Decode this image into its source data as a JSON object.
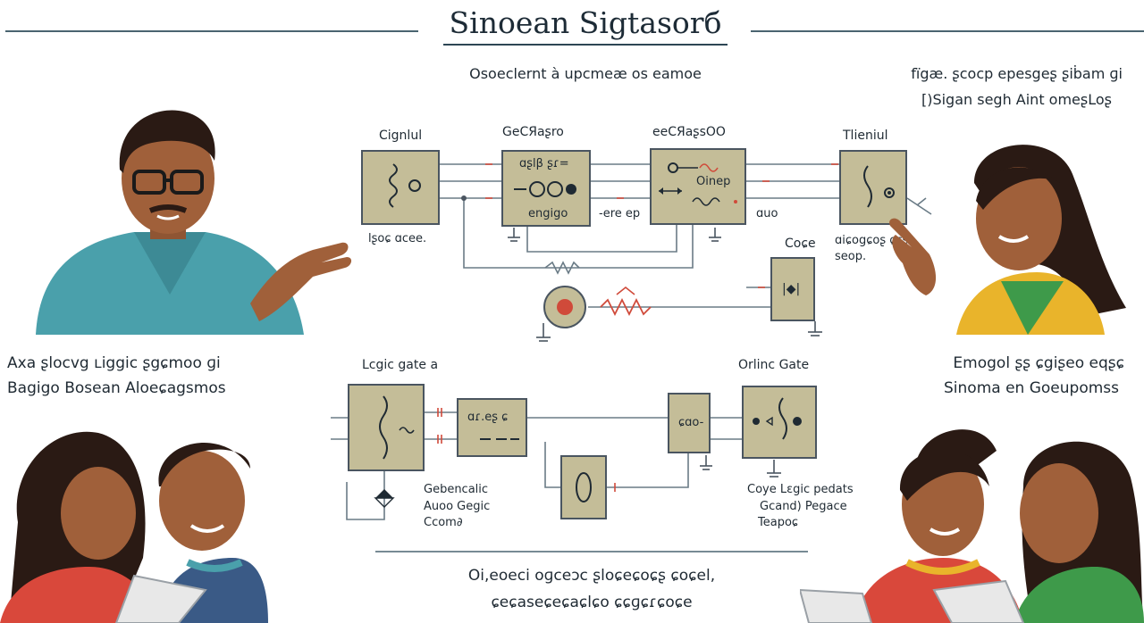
{
  "header": {
    "title": "Sinoean Sigtasorб"
  },
  "top": {
    "subtitle": "Osoeclernt à upcmeæ os eamoe",
    "right_line1": "fïgæ. ʂcocp epesgeʂ ʂiḃam ɡi",
    "right_line2": "[)Sigan segh Aint omeʂLoʂ"
  },
  "diagram_top": {
    "label_signal": "Cignlul",
    "label_generator": "GeCЯaʂro",
    "label_processor": "eeCЯaʂsOO",
    "label_terminal": "Tlieniul",
    "box1_caption": "lʂoɕ ɑcee.",
    "box2_top": "ɑʂlβ ʂɾ=",
    "box2_bottom": "engigo",
    "between23": "-ere ep",
    "box3_text": "Oinep",
    "box3_caption": "ɑuo",
    "code_label": "Coɕe",
    "terminal_caption1": "ɑiɕogɕoʂ ɕɕʂ",
    "terminal_caption2": "seop.",
    "gate_symbol": "|◆|"
  },
  "middle": {
    "left_line1": "Axa ʂlocvg ʟiggic ʂgɕmoo ɡi",
    "left_line2": "Bagigo Bosean Aloeɕagsmos",
    "right_line1": "Emogol ʂʂ ɕgiʂeo eqʂɕ",
    "right_line2": "Sinoma en Goeupomss"
  },
  "diagram_bottom": {
    "label_logic_gate": "Lcgic gate a",
    "label_orlinc_gate": "Orlinc Gate",
    "box_a_text": "ɑɾ.eʂ ɕ",
    "box_b_text": "ɕɑo-",
    "left_caption1": "Gebencalic",
    "left_caption2": "Auoo Gegic",
    "left_caption3": "Ccom∂",
    "right_caption1": "Coye Lɛgic pedats",
    "right_caption2": "Gcand) Pegace",
    "right_caption3": "Teapoɕ"
  },
  "footer": {
    "line1": "Oi,eoeci oɡceɔc ʂloɕeɕoɕʂ ɕoɕel,",
    "line2": "ɕeɕaseɕeɕaɕlɕo ɕɕɡɕɾɕoɕe"
  },
  "colors": {
    "component_fill": "#c4bd98",
    "component_border": "#4a5560",
    "wire": "#6a7b86",
    "accent_red": "#d04a3a",
    "teal_shirt": "#4aa0ab",
    "green_shirt": "#3e9a4a",
    "yellow_shirt": "#e9b42b",
    "red_shirt": "#d9483b",
    "skin": "#a0603a",
    "hair": "#2a1a14"
  }
}
